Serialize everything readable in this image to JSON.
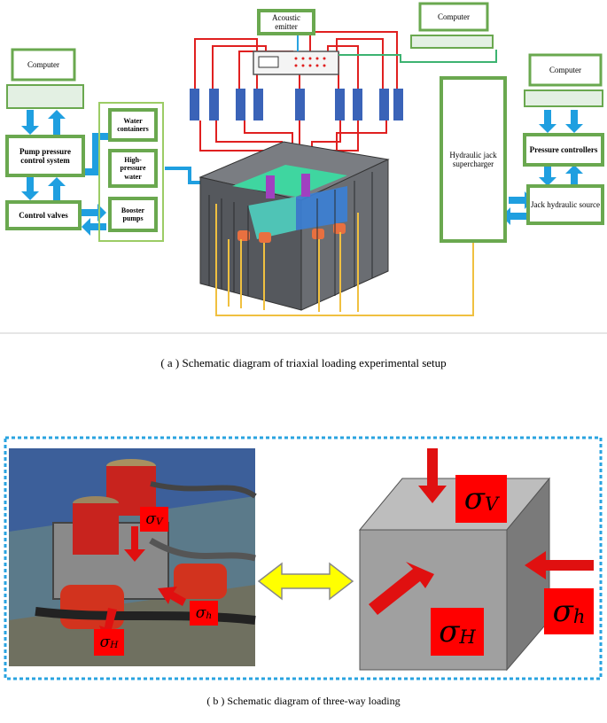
{
  "part_a": {
    "left_computer": "Computer",
    "pump_pressure": "Pump pressure control system",
    "control_valves": "Control valves",
    "water_containers": "Water containers",
    "high_pressure_water": "High-pressure water",
    "booster_pumps": "Booster pumps",
    "acoustic_emitter": "Acoustic emitter",
    "top_computer": "Computer",
    "hydraulic_supercharger": "Hydraulic jack supercharger",
    "right_computer": "Computer",
    "pressure_controllers": "Pressure controllers",
    "jack_hydraulic_source": "Jack hydraulic source",
    "caption": "( a ) Schematic diagram of triaxial loading experimental setup"
  },
  "part_b": {
    "sigma": "σ",
    "sub_V": "V",
    "sub_H": "H",
    "sub_h": "h",
    "caption": "( b ) Schematic diagram of three-way loading"
  },
  "colors": {
    "box_border": "#6aa84f",
    "arrow_blue": "#1f9fe0",
    "pipe_red": "#e02020",
    "pipe_yellow": "#f0c040",
    "label_red": "#ff0000",
    "dashed_border": "#29a3e0",
    "double_arrow": "#ffff00"
  }
}
